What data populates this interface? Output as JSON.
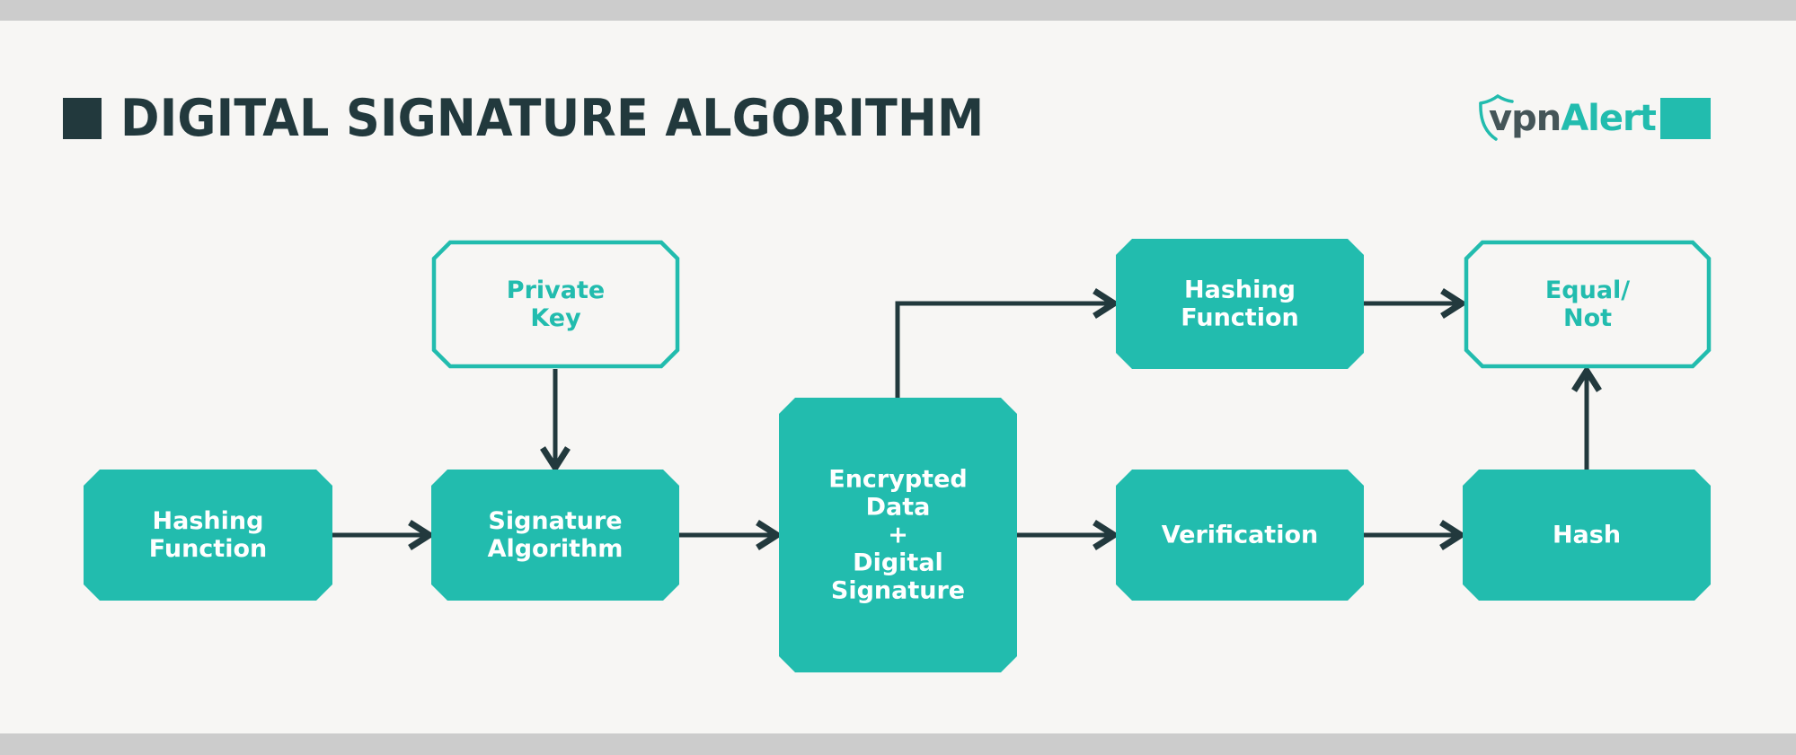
{
  "header": {
    "title": "DIGITAL SIGNATURE ALGORITHM",
    "title_marker_icon": "square-marker-icon"
  },
  "logo": {
    "part1": "vpn",
    "part2": "Alert",
    "icon": "shield-icon",
    "accent_square_icon": "square-accent-icon"
  },
  "colors": {
    "teal": "#22bcae",
    "dark": "#22393d",
    "background": "#f7f6f4",
    "frame_bars": "#cccccc",
    "node_text_filled": "#ffffff"
  },
  "diagram": {
    "nodes": [
      {
        "id": "hashing-function-1",
        "lines": [
          "Hashing",
          "Function"
        ],
        "style": "filled"
      },
      {
        "id": "private-key",
        "lines": [
          "Private",
          "Key"
        ],
        "style": "outline"
      },
      {
        "id": "signature-algorithm",
        "lines": [
          "Signature",
          "Algorithm"
        ],
        "style": "filled"
      },
      {
        "id": "encrypted-data-signature",
        "lines": [
          "Encrypted",
          "Data",
          "+",
          "Digital",
          "Signature"
        ],
        "style": "filled"
      },
      {
        "id": "hashing-function-2",
        "lines": [
          "Hashing",
          "Function"
        ],
        "style": "filled"
      },
      {
        "id": "verification",
        "lines": [
          "Verification"
        ],
        "style": "filled"
      },
      {
        "id": "equal-not",
        "lines": [
          "Equal/",
          "Not"
        ],
        "style": "outline"
      },
      {
        "id": "hash",
        "lines": [
          "Hash"
        ],
        "style": "filled"
      }
    ],
    "edges": [
      {
        "from": "hashing-function-1",
        "to": "signature-algorithm"
      },
      {
        "from": "private-key",
        "to": "signature-algorithm"
      },
      {
        "from": "signature-algorithm",
        "to": "encrypted-data-signature"
      },
      {
        "from": "encrypted-data-signature",
        "to": "hashing-function-2"
      },
      {
        "from": "encrypted-data-signature",
        "to": "verification"
      },
      {
        "from": "hashing-function-2",
        "to": "equal-not"
      },
      {
        "from": "verification",
        "to": "hash"
      },
      {
        "from": "hash",
        "to": "equal-not"
      }
    ]
  }
}
